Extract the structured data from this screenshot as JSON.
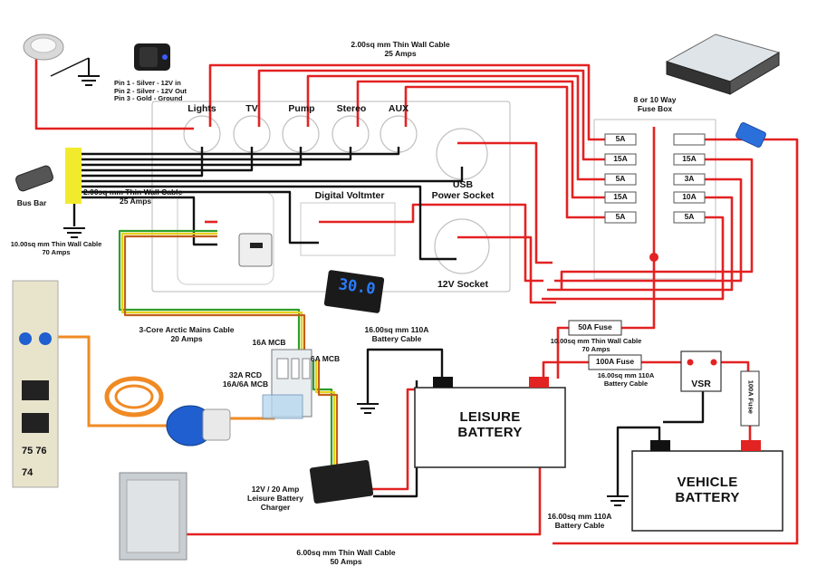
{
  "labels": {
    "top_cable": "2.00sq mm Thin Wall Cable",
    "top_cable_amps": "25 Amps",
    "switch_pins": [
      "Pin 1 - Silver - 12V in",
      "Pin 2 - Silver - 12V Out",
      "Pin 3 - Gold - Ground"
    ],
    "switches": [
      "Lights",
      "TV",
      "Pump",
      "Stereo",
      "AUX"
    ],
    "usb_socket": [
      "USB",
      "Power Socket"
    ],
    "socket_12v": "12V Socket",
    "voltmeter": "Digital Voltmter",
    "voltmeter_reading": "30.0",
    "fuse_box_title": [
      "8 or 10 Way",
      "Fuse Box"
    ],
    "fuses_left": [
      "5A",
      "15A",
      "5A",
      "15A",
      "5A"
    ],
    "fuses_right": [
      "",
      "15A",
      "3A",
      "10A",
      "5A"
    ],
    "bus_bar": "Bus Bar",
    "bus_cable": "2.00sq mm Thin Wall Cable",
    "bus_cable_amps": "25 Amps",
    "ground_cable": "10.00sq mm Thin Wall Cable",
    "ground_cable_amps": "70 Amps",
    "mains_cable": "3-Core Arctic Mains Cable",
    "mains_cable_amps": "20 Amps",
    "mcb_16a": "16A MCB",
    "mcb_6a": "6A MCB",
    "rcd": [
      "32A RCD",
      "16A/6A MCB"
    ],
    "battery_cable": "16.00sq mm 110A",
    "battery_cable_2": "Battery Cable",
    "fuse_50a": "50A Fuse",
    "fuse_50a_cable": "10.00sq mm Thin Wall Cable",
    "fuse_50a_amps": "70 Amps",
    "fuse_100a": "100A Fuse",
    "fuse_100a_cable": "16.00sq mm 110A",
    "fuse_100a_cable_2": "Battery Cable",
    "vsr": "VSR",
    "fuse_100a_vertical": "100A Fuse",
    "leisure_battery": [
      "LEISURE",
      "BATTERY"
    ],
    "vehicle_battery": [
      "VEHICLE",
      "BATTERY"
    ],
    "charger": [
      "12V / 20 Amp",
      "Leisure Battery",
      "Charger"
    ],
    "vehicle_cable": "16.00sq mm 110A",
    "vehicle_cable_2": "Battery Cable",
    "bottom_cable": "6.00sq mm Thin Wall Cable",
    "bottom_cable_amps": "50 Amps",
    "post_numbers": [
      "75",
      "76",
      "74"
    ]
  },
  "colors": {
    "positive": "#e32222",
    "negative": "#111111",
    "mains_green": "#2e9e2a",
    "mains_yellow": "#e6d21b",
    "mains_brown": "#c2601d",
    "hookup_orange": "#f08a24",
    "panel_outline": "#b8b8b8",
    "fuse_box_outline": "#bfbfbf",
    "voltmeter_digits": "#2a7cff"
  }
}
